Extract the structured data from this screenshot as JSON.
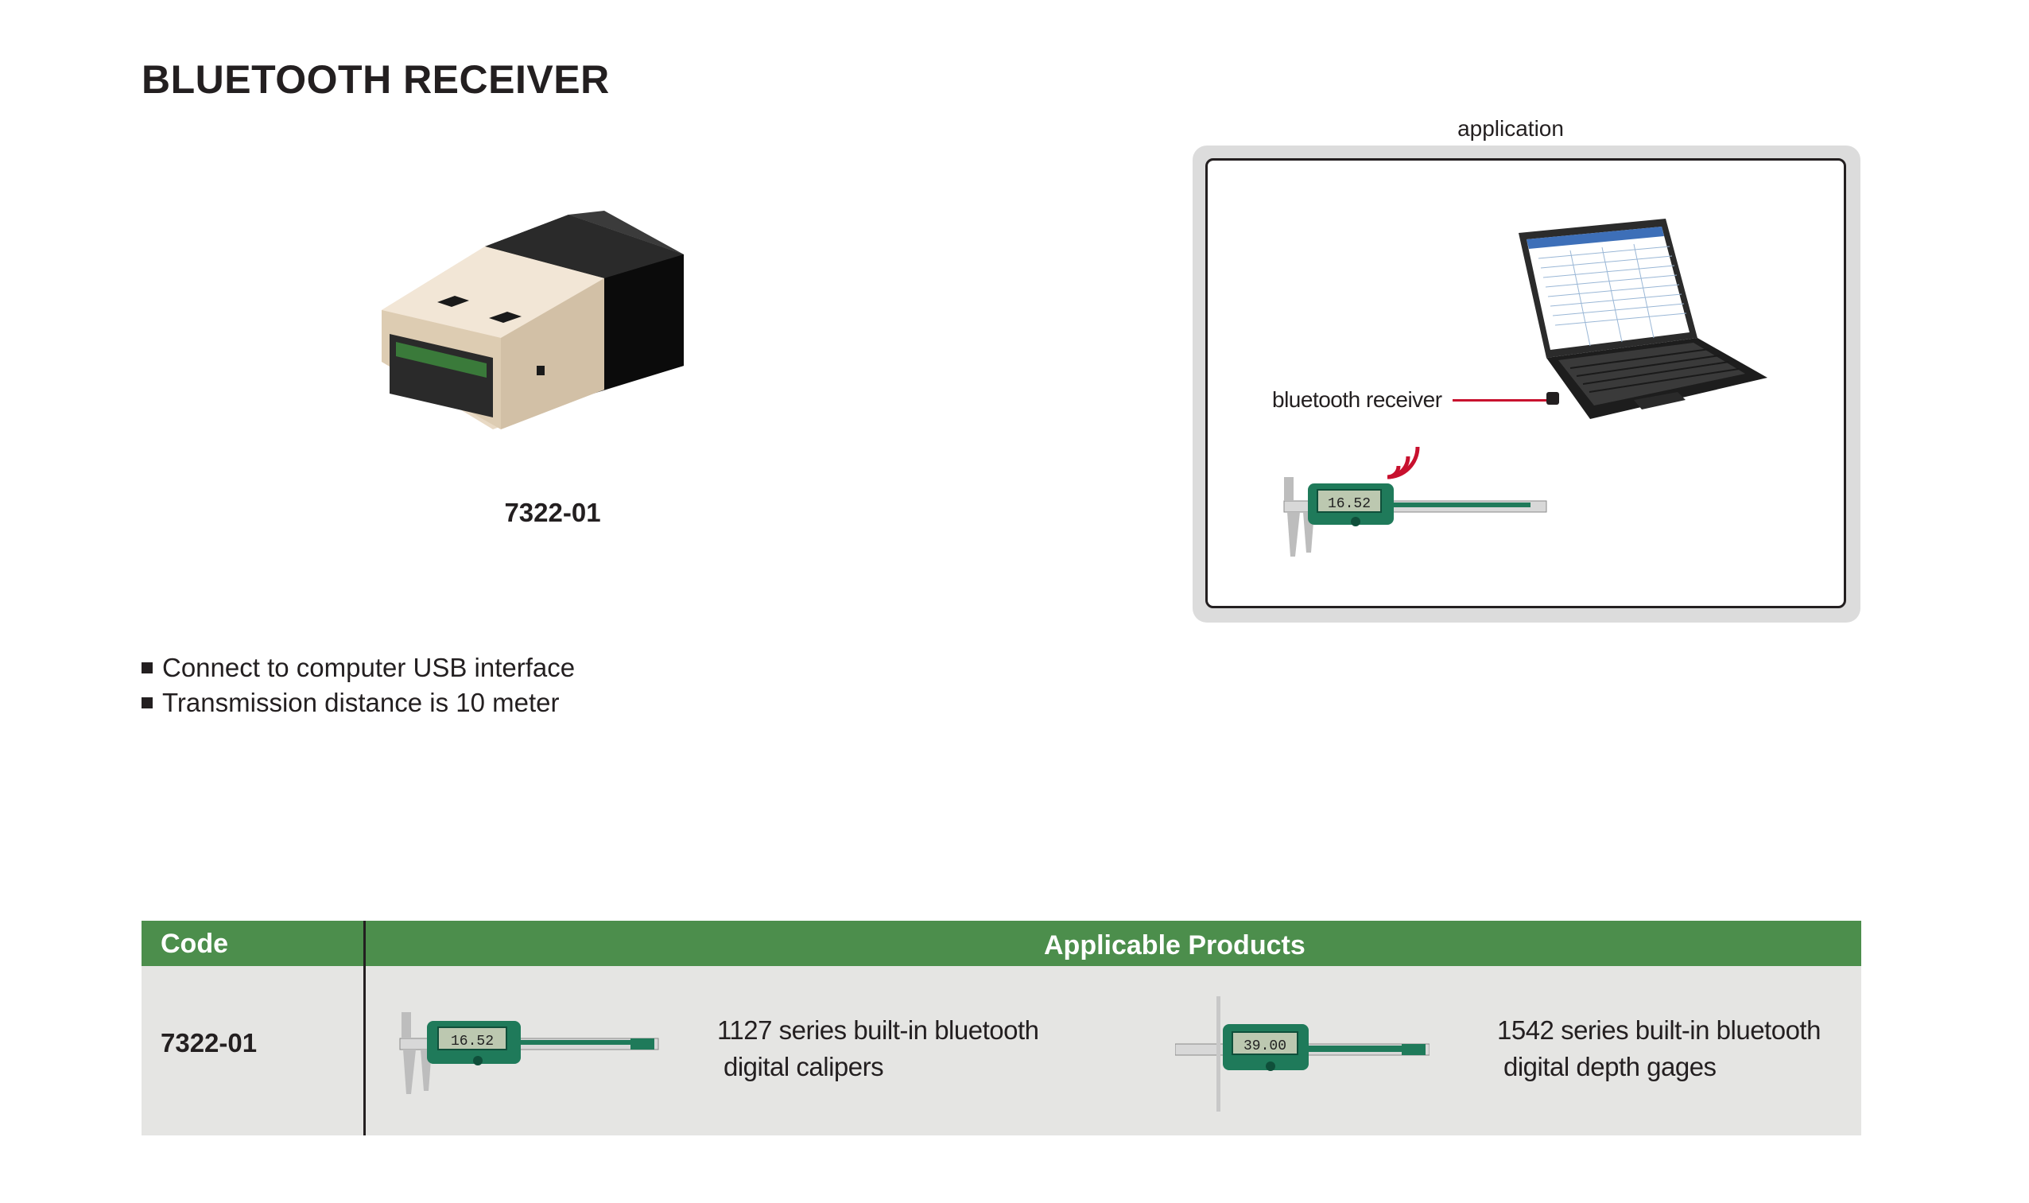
{
  "page": {
    "title": "BLUETOOTH RECEIVER"
  },
  "product": {
    "code": "7322-01"
  },
  "application": {
    "caption": "application",
    "receiver_label": "bluetooth receiver",
    "caliper_reading": "16.52"
  },
  "features": [
    "Connect to computer USB interface",
    "Transmission distance is 10 meter"
  ],
  "table": {
    "headers": {
      "code": "Code",
      "products": "Applicable Products"
    },
    "rows": [
      {
        "code": "7322-01",
        "products": [
          {
            "line1": "1127 series built-in bluetooth",
            "line2": "digital calipers",
            "reading": "16.52"
          },
          {
            "line1": "1542 series built-in bluetooth",
            "line2": "digital depth gages",
            "reading": "39.00"
          }
        ]
      }
    ]
  },
  "colors": {
    "table_header": "#4c8e4c",
    "table_body": "#e5e5e3",
    "accent_line": "#c8102e",
    "caliper_green": "#1f7a5a"
  }
}
